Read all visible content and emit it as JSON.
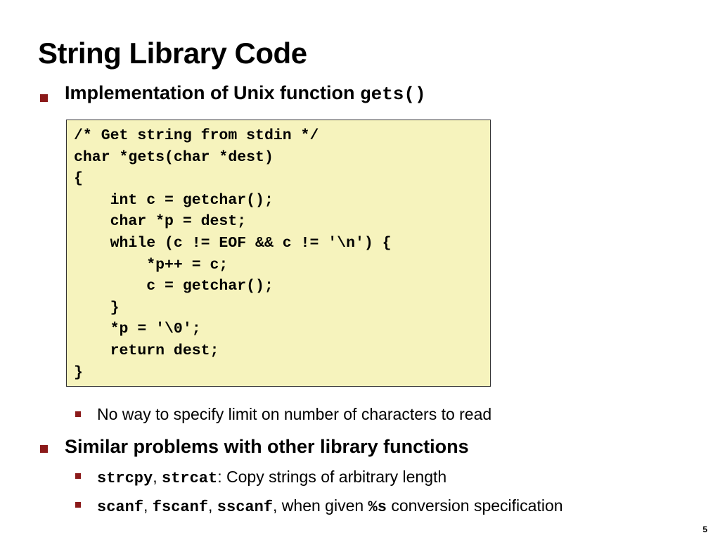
{
  "slide": {
    "title": "String Library Code",
    "page_number": "5"
  },
  "bullets": {
    "b1_text": "Implementation of Unix function ",
    "b1_code": "gets()",
    "b2_text": "Similar problems with other library functions"
  },
  "code": [
    "/* Get string from stdin */",
    "char *gets(char *dest)",
    "{",
    "    int c = getchar();",
    "    char *p = dest;",
    "    while (c != EOF && c != '\\n') {",
    "        *p++ = c;",
    "        c = getchar();",
    "    }",
    "    *p = '\\0';",
    "    return dest;",
    "}"
  ],
  "sub_bullets": {
    "s1_text": "No way to specify limit on number of characters to read",
    "s2_code1": "strcpy",
    "s2_sep1": ", ",
    "s2_code2": "strcat",
    "s2_text": ": Copy strings of arbitrary length",
    "s3_code1": "scanf",
    "s3_sep1": ", ",
    "s3_code2": "fscanf",
    "s3_sep2": ", ",
    "s3_code3": "sscanf",
    "s3_text1": ", when given ",
    "s3_code4": "%s",
    "s3_text2": " conversion specification"
  },
  "colors": {
    "bullet": "#8b1a1a",
    "code_background": "#f6f3bd"
  }
}
